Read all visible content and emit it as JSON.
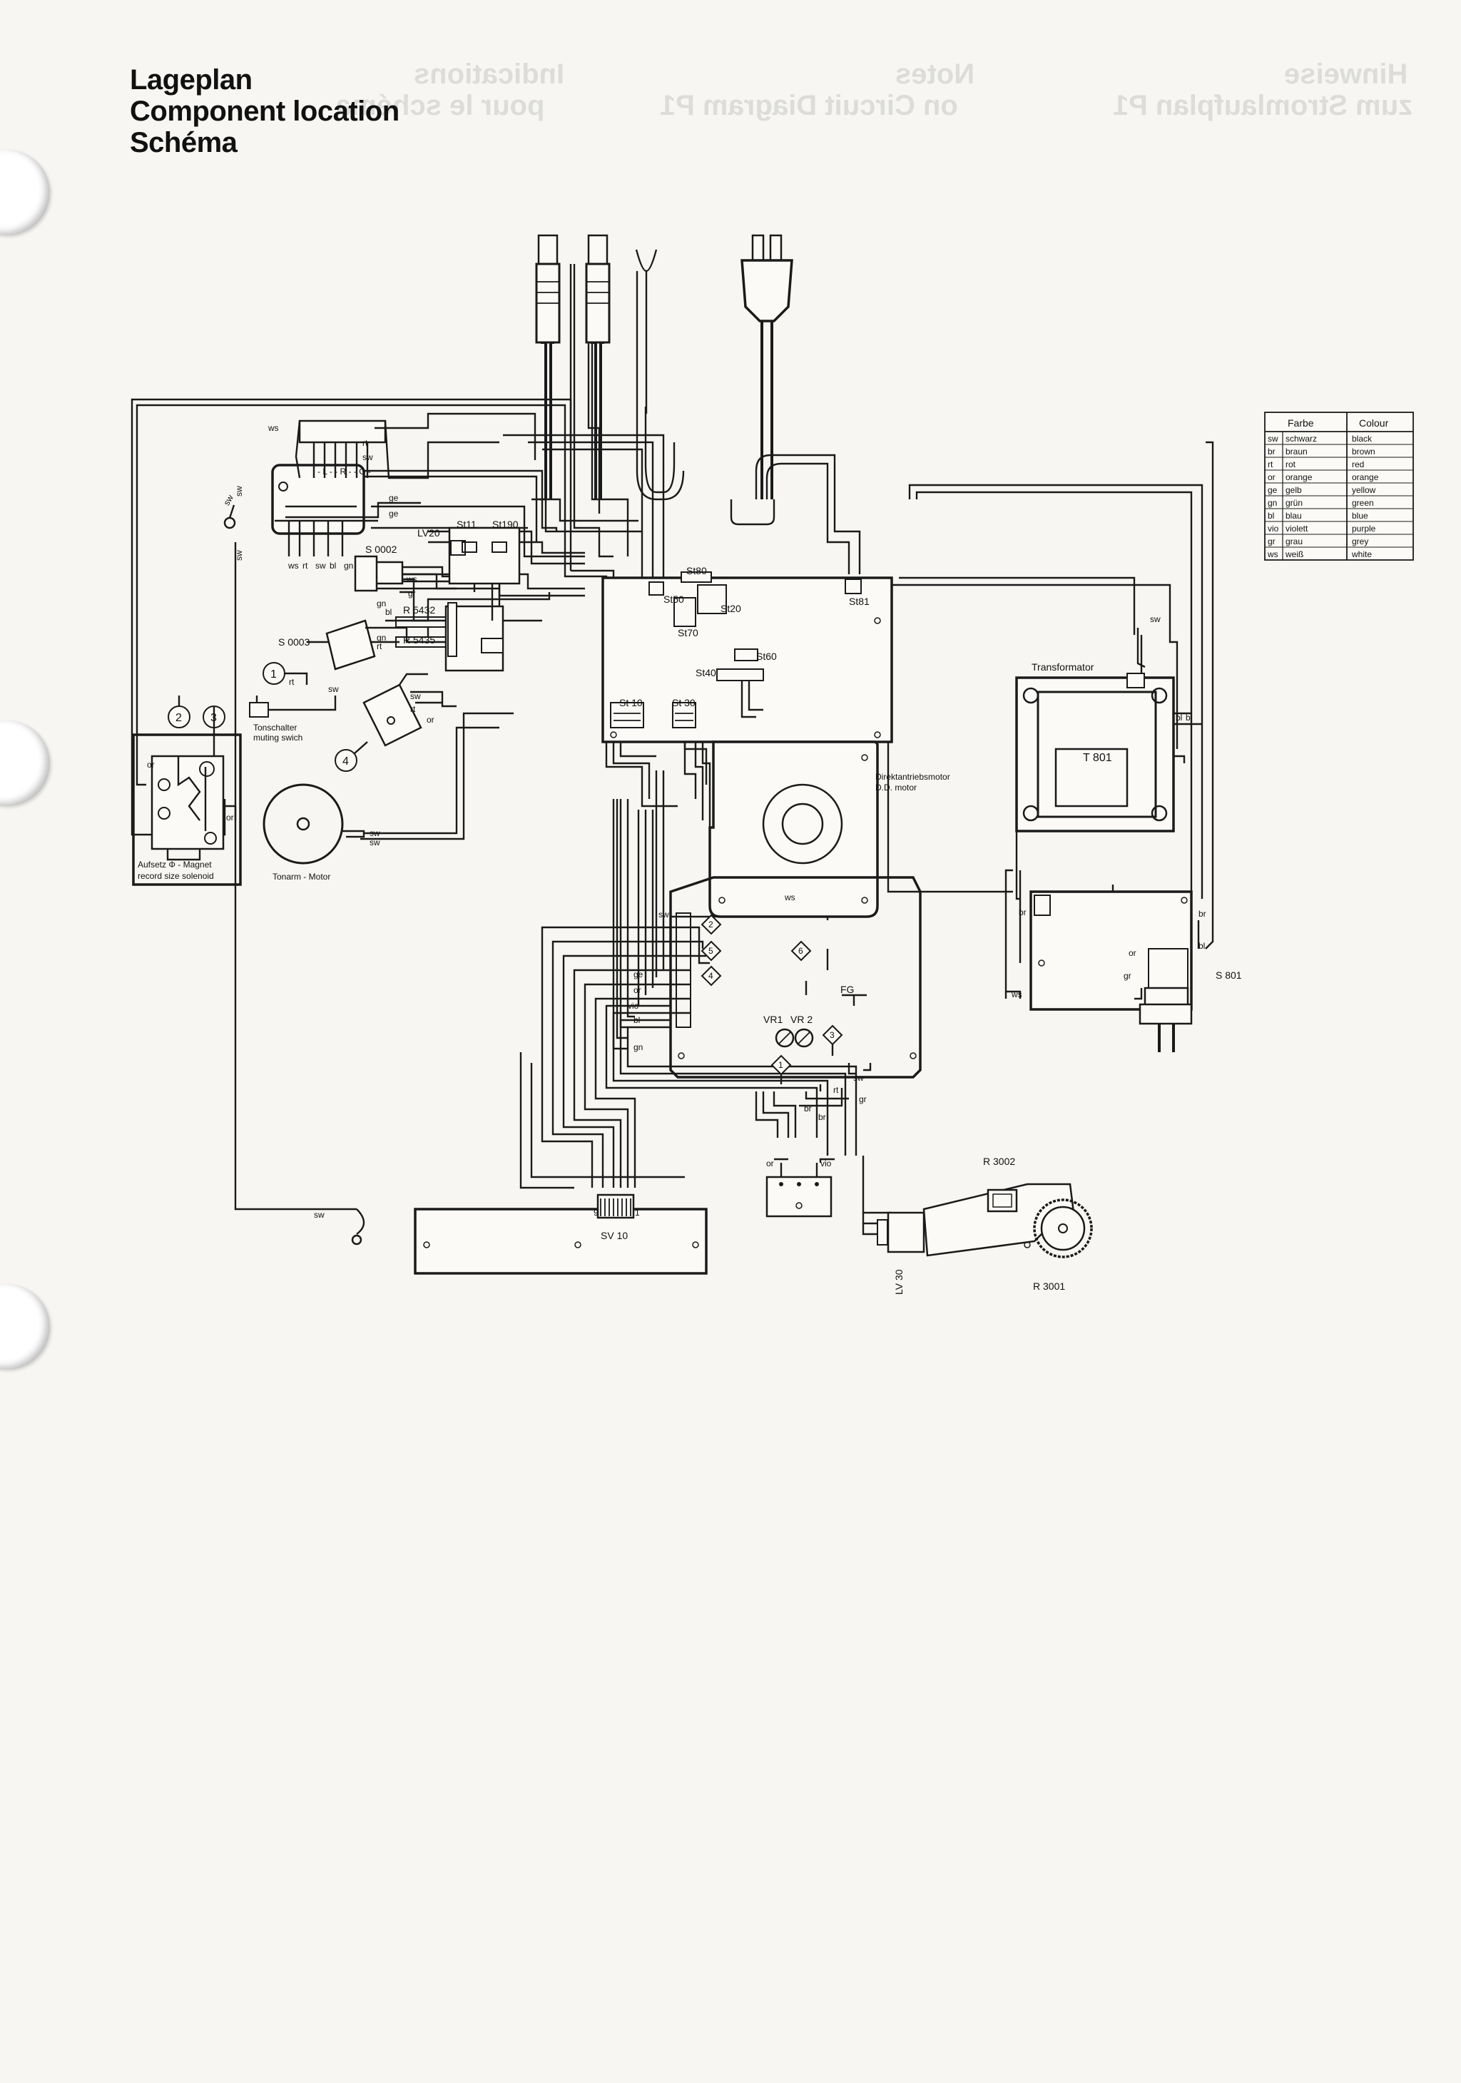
{
  "header": {
    "title_lines": [
      "Lageplan",
      "Component location",
      "Schéma"
    ],
    "ghost_headings": [
      "Indications",
      "pour le schéma",
      "Notes",
      "on Circuit Diagram P1",
      "Hinweise",
      "zum Stromlaufplan P1"
    ]
  },
  "legend": {
    "headers": [
      "Farbe",
      "Colour"
    ],
    "rows": [
      [
        "sw",
        "schwarz",
        "black"
      ],
      [
        "br",
        "braun",
        "brown"
      ],
      [
        "rt",
        "rot",
        "red"
      ],
      [
        "or",
        "orange",
        "orange"
      ],
      [
        "ge",
        "gelb",
        "yellow"
      ],
      [
        "gn",
        "grün",
        "green"
      ],
      [
        "bl",
        "blau",
        "blue"
      ],
      [
        "vio",
        "violett",
        "purple"
      ],
      [
        "gr",
        "grau",
        "grey"
      ],
      [
        "ws",
        "weiß",
        "white"
      ]
    ]
  },
  "components": {
    "lv20": "LV20",
    "st11": "St11",
    "st190": "St190",
    "s0002": "S 0002",
    "s0003": "S 0003",
    "r5432": "R 5432",
    "r5435": "R 5435",
    "st80": "St80",
    "st50": "St50",
    "st20": "St20",
    "st70": "St70",
    "st81": "St81",
    "st60": "St60",
    "st40": "St40",
    "st10": "St 10",
    "st30": "St 30",
    "transformer_label": "Transformator",
    "t801": "T 801",
    "s801": "S 801",
    "dd_motor_de": "Direktantriebsmotor",
    "dd_motor_en": "D.D. motor",
    "fg": "FG",
    "vr1": "VR1",
    "vr2": "VR 2",
    "tonschalter_de": "Tonschalter",
    "tonschalter_en": "muting swich",
    "solenoid_de": "Aufsetz Φ - Magnet",
    "solenoid_en": "record size solenoid",
    "tonarm_motor": "Tonarm - Motor",
    "sv10": "SV 10",
    "lv30": "LV 30",
    "r3002": "R 3002",
    "r3001": "R 3001",
    "num1": "1",
    "num2": "2",
    "num3": "3",
    "num4": "4",
    "num5": "5",
    "num6": "6",
    "bar_1": "1",
    "bar_9": "9"
  },
  "wire_labels": {
    "ws": "ws",
    "rt": "rt",
    "sw": "sw",
    "ge": "ge",
    "gr": "gr",
    "gn": "gn",
    "bl": "bl",
    "or": "or",
    "br": "br",
    "vio": "vio"
  }
}
